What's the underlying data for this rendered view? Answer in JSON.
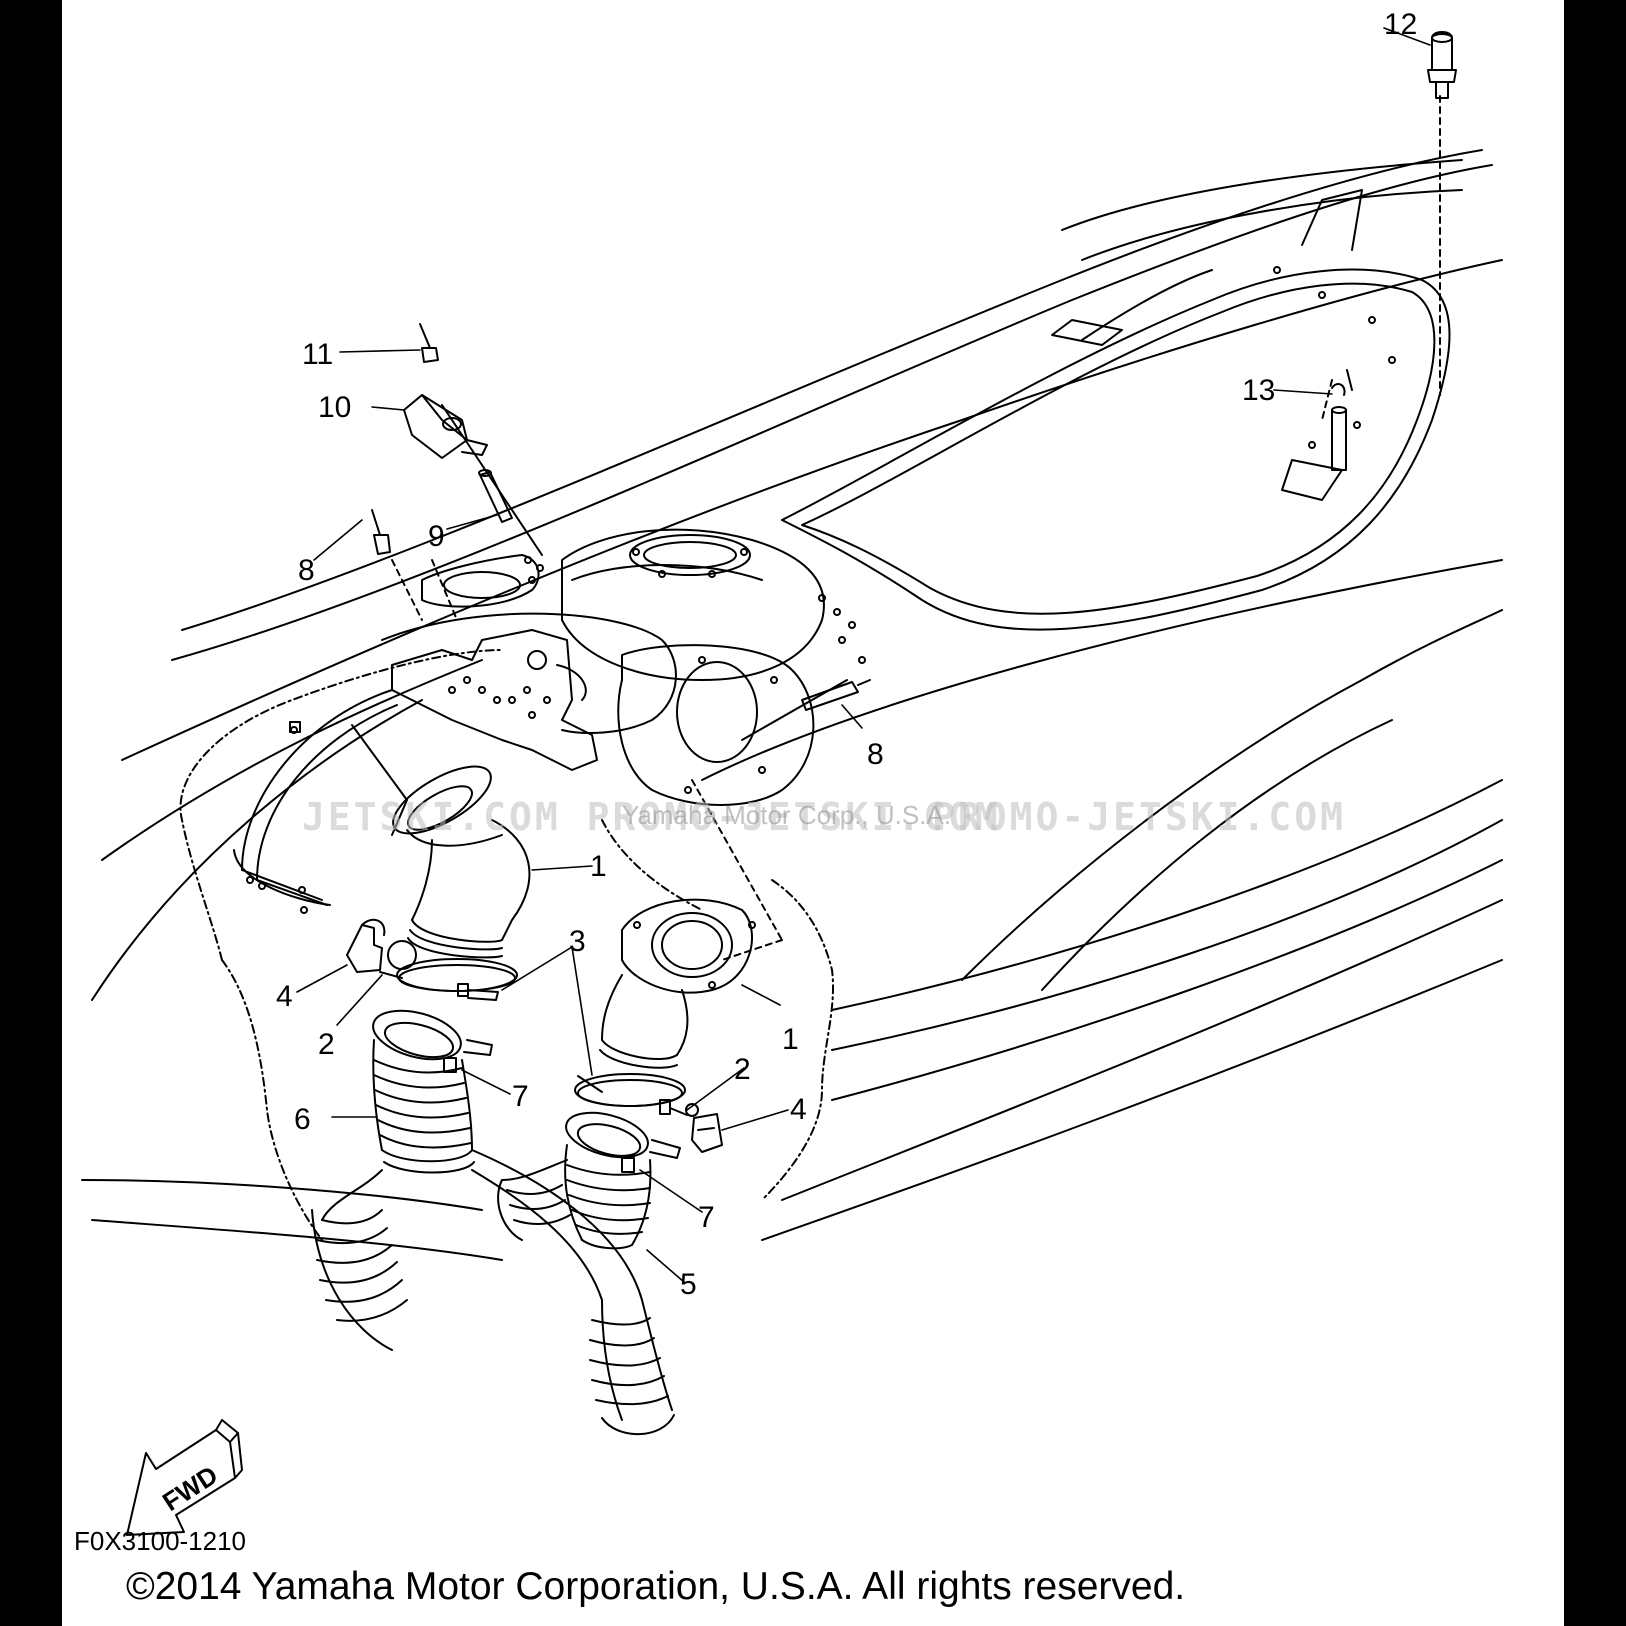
{
  "diagram": {
    "code": "F0X3100-1210",
    "copyright": "©2014 Yamaha Motor Corporation, U.S.A. All rights reserved.",
    "fwd_label": "FWD",
    "watermark_left": "JETSKI.COM   PROMO-JETSKI.COM",
    "watermark_center": "Yamaha Motor Corp., U.S.A.",
    "watermark_right": "PROMO-JETSKI.COM"
  },
  "callouts": [
    {
      "id": "c12",
      "text": "12"
    },
    {
      "id": "c11",
      "text": "11"
    },
    {
      "id": "c10",
      "text": "10"
    },
    {
      "id": "c9",
      "text": "9"
    },
    {
      "id": "c8a",
      "text": "8"
    },
    {
      "id": "c8b",
      "text": "8"
    },
    {
      "id": "c13",
      "text": "13"
    },
    {
      "id": "c1a",
      "text": "1"
    },
    {
      "id": "c1b",
      "text": "1"
    },
    {
      "id": "c3",
      "text": "3"
    },
    {
      "id": "c4a",
      "text": "4"
    },
    {
      "id": "c2a",
      "text": "2"
    },
    {
      "id": "c2b",
      "text": "2"
    },
    {
      "id": "c4b",
      "text": "4"
    },
    {
      "id": "c6",
      "text": "6"
    },
    {
      "id": "c7a",
      "text": "7"
    },
    {
      "id": "c7b",
      "text": "7"
    },
    {
      "id": "c5",
      "text": "5"
    }
  ]
}
